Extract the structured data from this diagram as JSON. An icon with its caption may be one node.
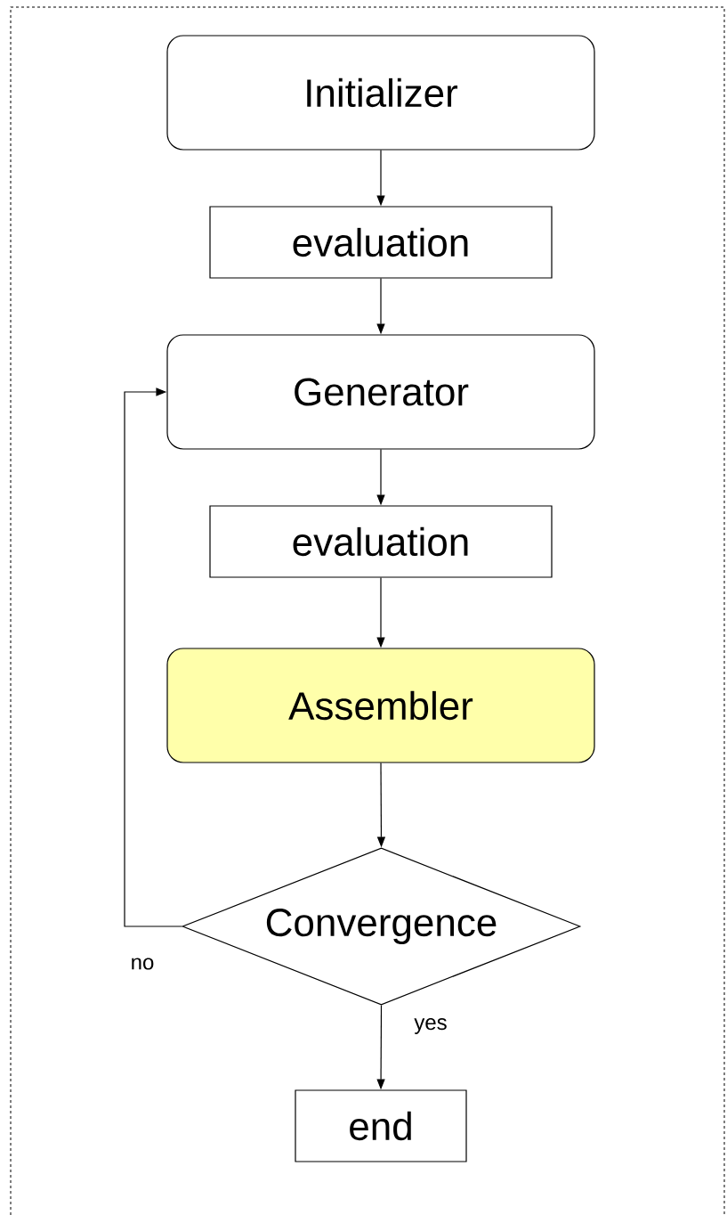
{
  "diagram": {
    "nodes": [
      {
        "text": [
          "Initializer"
        ]
      },
      {
        "text": [
          "evaluation"
        ]
      },
      {
        "text": [
          "Generator"
        ]
      },
      {
        "text": [
          "evaluation"
        ]
      },
      {
        "text": [
          "Assembler"
        ]
      },
      {
        "text": [
          "Convergence"
        ]
      },
      {
        "text": [
          "end"
        ]
      }
    ],
    "edges": [
      {
        "from": 0,
        "to": 1,
        "arrow": "to"
      },
      {
        "from": 1,
        "to": 2,
        "arrow": "to"
      },
      {
        "from": 2,
        "to": 3,
        "arrow": "to"
      },
      {
        "from": 3,
        "to": 4,
        "arrow": "to"
      },
      {
        "from": 4,
        "to": 5,
        "arrow": "to"
      },
      {
        "from": 5,
        "to": 2,
        "label": "no",
        "arrow": "to"
      },
      {
        "from": 5,
        "to": 6,
        "label": "yes",
        "arrow": "to"
      }
    ]
  }
}
